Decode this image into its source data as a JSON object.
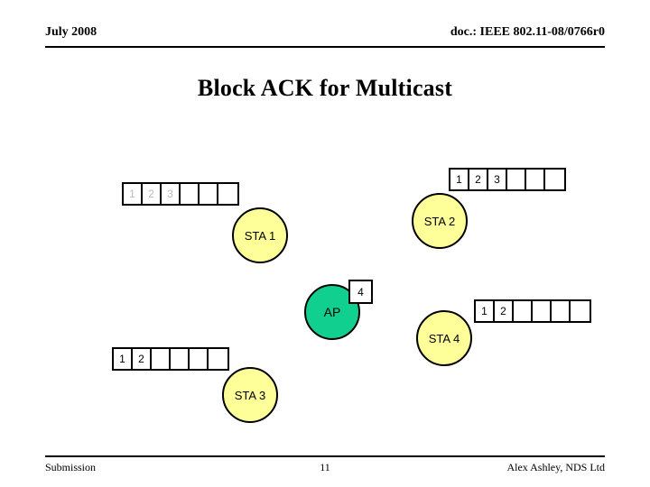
{
  "header": {
    "left": "July 2008",
    "right": "doc.: IEEE 802.11-08/0766r0"
  },
  "title": "Block ACK for Multicast",
  "footer": {
    "left": "Submission",
    "page": "11",
    "right": "Alex Ashley, NDS Ltd"
  },
  "colors": {
    "station_fill": "#ffff99",
    "ap_fill": "#10cf8f",
    "outline": "#000000",
    "cell_fill": "#ffffff",
    "dim_text": "#bbbbbb"
  },
  "diagram": {
    "ap": {
      "label": "AP",
      "pending_packet": "4"
    },
    "stations": [
      {
        "label": "STA 1",
        "buffer": {
          "cells": [
            "1",
            "2",
            "3",
            "",
            "",
            ""
          ],
          "dim": true
        }
      },
      {
        "label": "STA 2",
        "buffer": {
          "cells": [
            "1",
            "2",
            "3",
            "",
            "",
            ""
          ],
          "dim": false
        }
      },
      {
        "label": "STA 3",
        "buffer": {
          "cells": [
            "1",
            "2",
            "",
            "",
            "",
            ""
          ],
          "dim": false
        }
      },
      {
        "label": "STA 4",
        "buffer": {
          "cells": [
            "1",
            "2",
            "",
            "",
            "",
            ""
          ],
          "dim": false
        }
      }
    ]
  }
}
